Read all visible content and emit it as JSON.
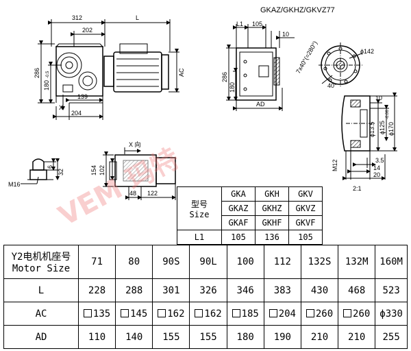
{
  "title": "GKAZ/GKHZ/GKVZ77",
  "dims": {
    "d312": "312",
    "dL": "L",
    "d202": "202",
    "d286": "286",
    "d180": "180",
    "d180tol": "-0.5",
    "dAC": "AC",
    "d139": "139",
    "d204": "204",
    "dX": "X",
    "dL1": "L1",
    "d105": "105",
    "d10a": "10",
    "d286b": "286",
    "d180b": "180",
    "dAD": "AD",
    "dangle": "7x40°(=280°)",
    "dphi142": "ϕ142",
    "d40deg": "40°",
    "d10b": "10",
    "dphi135": "ϕ13.5",
    "dphi125": "ϕ125",
    "dphi125tol": "-0.06",
    "dphi170": "ϕ170",
    "d35": "3.5",
    "d14": "14",
    "d20": "20",
    "dM12": "M12",
    "dscale": "2:1",
    "dXview": "X 向",
    "d154": "154",
    "d102": "102",
    "d48": "48",
    "d122": "122",
    "d6": "6",
    "d32": "32",
    "dM16": "M16"
  },
  "watermark": "VEM 玛特",
  "size_table": {
    "header_label_cn": "型号",
    "header_label_en": "Size",
    "columns": [
      [
        "GKA",
        "GKAZ",
        "GKAF"
      ],
      [
        "GKH",
        "GKHZ",
        "GKHF"
      ],
      [
        "GKV",
        "GKVZ",
        "GKVF"
      ]
    ],
    "l1_label": "L1",
    "l1_values": [
      "105",
      "136",
      "105"
    ]
  },
  "motor_table": {
    "header_cn": "Y2电机机座号",
    "header_en": "Motor Size",
    "sizes": [
      "71",
      "80",
      "90S",
      "90L",
      "100",
      "112",
      "132S",
      "132M",
      "160M"
    ],
    "rows": [
      {
        "label": "L",
        "values": [
          "228",
          "288",
          "301",
          "326",
          "346",
          "383",
          "430",
          "468",
          "523"
        ]
      },
      {
        "label": "AC",
        "values": [
          "135",
          "145",
          "162",
          "162",
          "185",
          "204",
          "260",
          "260",
          "ϕ330"
        ]
      },
      {
        "label": "AD",
        "values": [
          "110",
          "140",
          "155",
          "155",
          "180",
          "190",
          "210",
          "210",
          "255"
        ]
      }
    ]
  }
}
